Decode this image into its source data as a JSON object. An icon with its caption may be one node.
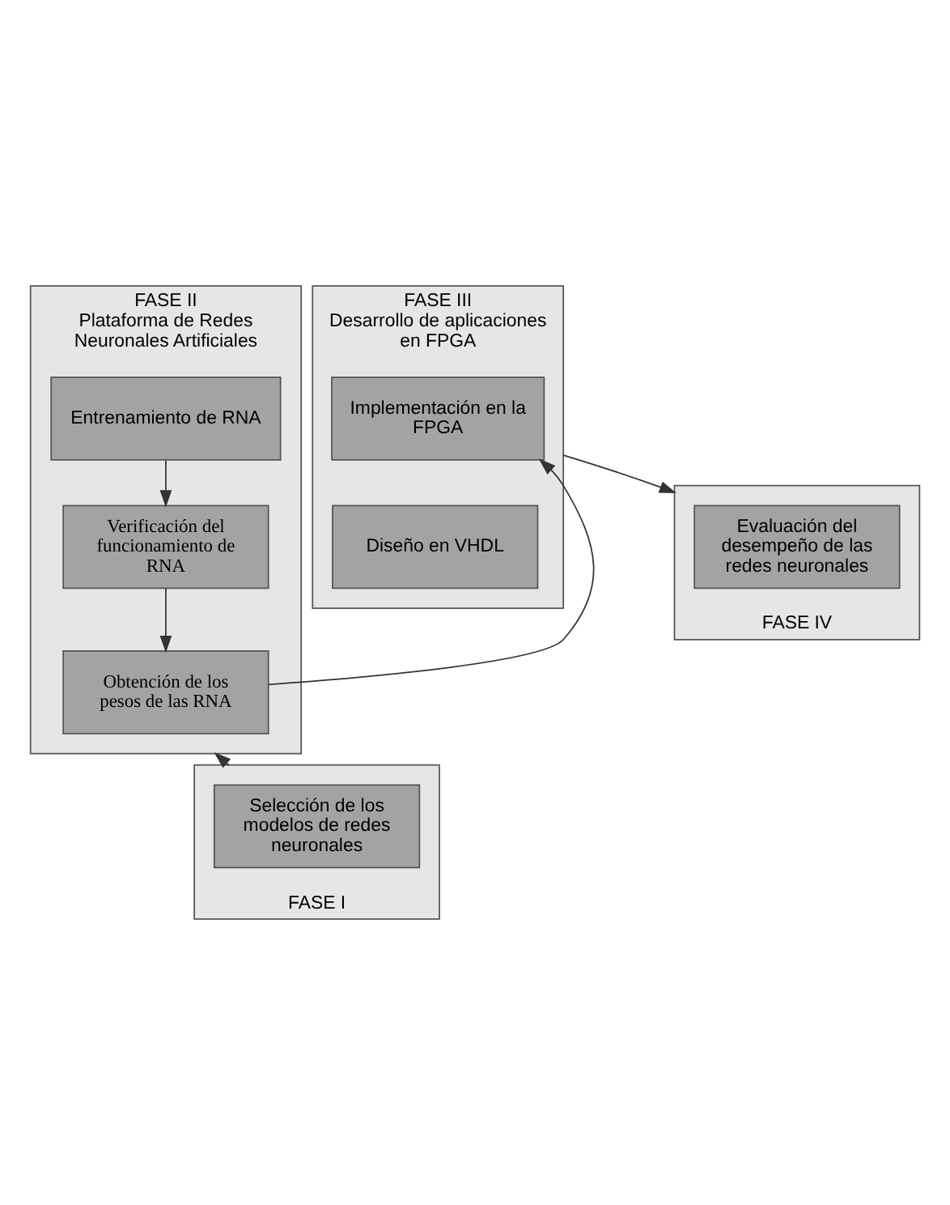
{
  "diagram": {
    "nodes": [
      {
        "text": [
          "FASE II",
          "Plataforma de Redes Neuronales Artificiales"
        ]
      },
      {
        "text": [
          "Entrenamiento de RNA"
        ],
        "in": 0
      },
      {
        "text": [
          "Verificación del funcionamiento de RNA"
        ],
        "in": 0
      },
      {
        "text": [
          "Obtención de los pesos de las RNA"
        ],
        "in": 0
      },
      {
        "text": [
          "FASE III",
          "Desarrollo de aplicaciones en FPGA"
        ]
      },
      {
        "text": [
          "Diseño en VHDL"
        ],
        "in": 4
      },
      {
        "text": [
          "Implementación en la FPGA"
        ],
        "in": 4
      },
      {
        "text": [
          "FASE I"
        ]
      },
      {
        "text": [
          "Selección de los modelos de redes neuronales"
        ],
        "in": 7
      },
      {
        "text": [
          "FASE IV"
        ]
      },
      {
        "text": [
          "Evaluación del desempeño de las redes neuronales"
        ],
        "in": 9
      }
    ],
    "edges": [
      {
        "from": 1,
        "to": 2,
        "arrow": "to"
      },
      {
        "from": 2,
        "to": 3,
        "arrow": "to"
      },
      {
        "from": 3,
        "to": 6,
        "arrow": "to"
      },
      {
        "from": 7,
        "to": 0,
        "arrow": "to"
      },
      {
        "from": 4,
        "to": 9,
        "arrow": "to"
      }
    ]
  }
}
